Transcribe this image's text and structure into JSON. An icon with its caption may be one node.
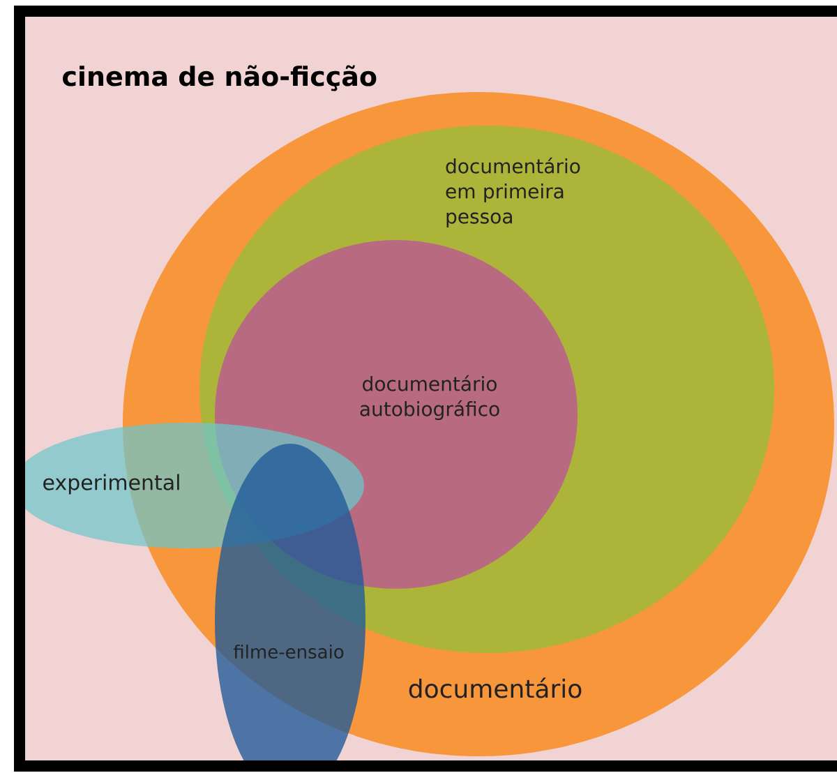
{
  "diagram": {
    "nodes": [
      {
        "text": [
          "cinema de não-ficção"
        ]
      },
      {
        "text": [
          "documentário"
        ],
        "in": 0
      },
      {
        "text": [
          "documentário em primeira pessoa"
        ],
        "in": 1
      },
      {
        "text": [
          "documentário autobiográfico"
        ],
        "in": 2
      },
      {
        "text": [
          "experimental"
        ],
        "in": 0
      },
      {
        "text": [
          "filme-ensaio"
        ],
        "in": 0
      }
    ]
  }
}
